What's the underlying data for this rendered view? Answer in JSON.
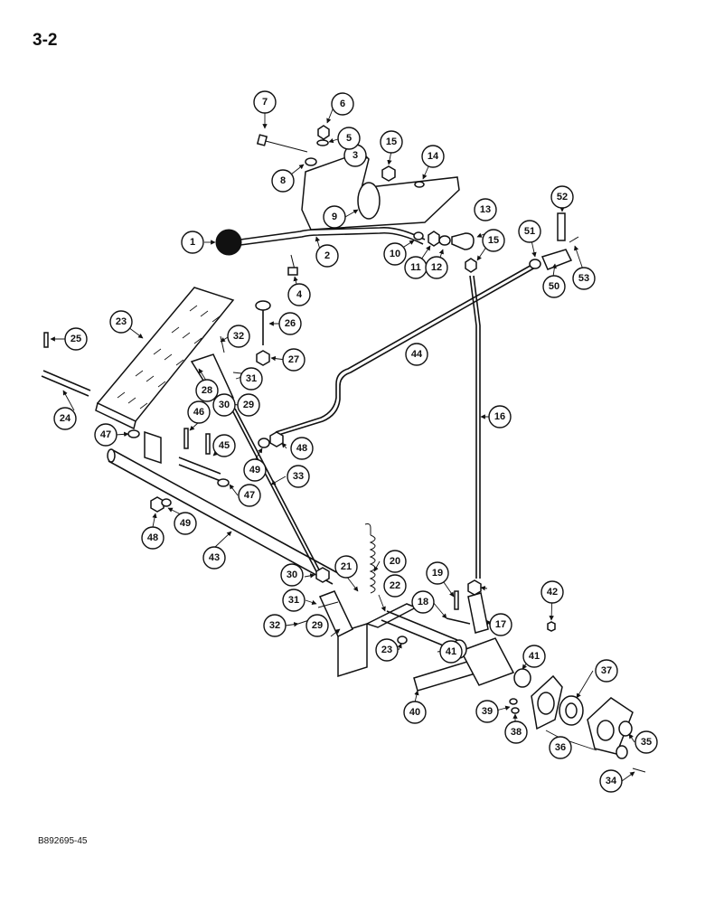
{
  "page_number": "3-2",
  "document_code": "B892695-45",
  "callouts": [
    "1",
    "2",
    "3",
    "4",
    "5",
    "6",
    "7",
    "8",
    "9",
    "10",
    "11",
    "12",
    "13",
    "14",
    "15",
    "15",
    "16",
    "17",
    "18",
    "19",
    "20",
    "21",
    "22",
    "23",
    "23",
    "24",
    "25",
    "26",
    "27",
    "28",
    "29",
    "29",
    "30",
    "30",
    "31",
    "31",
    "32",
    "32",
    "33",
    "34",
    "35",
    "36",
    "37",
    "38",
    "39",
    "40",
    "41",
    "41",
    "42",
    "43",
    "44",
    "45",
    "46",
    "47",
    "47",
    "48",
    "48",
    "49",
    "49",
    "50",
    "51",
    "52",
    "53"
  ]
}
